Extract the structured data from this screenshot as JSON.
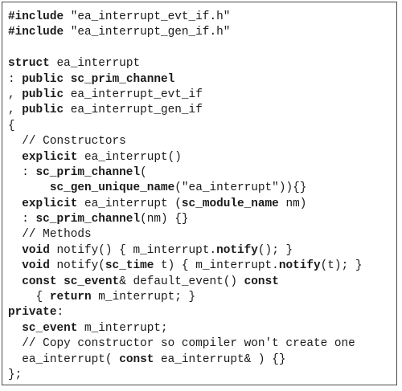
{
  "code_lines": [
    [
      {
        "t": "#include",
        "b": true
      },
      {
        "t": " \"ea_interrupt_evt_if.h\""
      }
    ],
    [
      {
        "t": "#include",
        "b": true
      },
      {
        "t": " \"ea_interrupt_gen_if.h\""
      }
    ],
    [],
    [
      {
        "t": "struct",
        "b": true
      },
      {
        "t": " ea_interrupt"
      }
    ],
    [
      {
        "t": ": "
      },
      {
        "t": "public",
        "b": true
      },
      {
        "t": " "
      },
      {
        "t": "sc_prim_channel",
        "b": true
      }
    ],
    [
      {
        "t": ", "
      },
      {
        "t": "public",
        "b": true
      },
      {
        "t": " ea_interrupt_evt_if"
      }
    ],
    [
      {
        "t": ", "
      },
      {
        "t": "public",
        "b": true
      },
      {
        "t": " ea_interrupt_gen_if"
      }
    ],
    [
      {
        "t": "{"
      }
    ],
    [
      {
        "t": "  // Constructors"
      }
    ],
    [
      {
        "t": "  "
      },
      {
        "t": "explicit",
        "b": true
      },
      {
        "t": " ea_interrupt()"
      }
    ],
    [
      {
        "t": "  : "
      },
      {
        "t": "sc_prim_channel",
        "b": true
      },
      {
        "t": "("
      }
    ],
    [
      {
        "t": "      "
      },
      {
        "t": "sc_gen_unique_name",
        "b": true
      },
      {
        "t": "(\"ea_interrupt\")){}"
      }
    ],
    [
      {
        "t": "  "
      },
      {
        "t": "explicit",
        "b": true
      },
      {
        "t": " ea_interrupt ("
      },
      {
        "t": "sc_module_name",
        "b": true
      },
      {
        "t": " nm)"
      }
    ],
    [
      {
        "t": "  : "
      },
      {
        "t": "sc_prim_channel",
        "b": true
      },
      {
        "t": "(nm) {}"
      }
    ],
    [
      {
        "t": "  // Methods"
      }
    ],
    [
      {
        "t": "  "
      },
      {
        "t": "void",
        "b": true
      },
      {
        "t": " notify() { m_interrupt."
      },
      {
        "t": "notify",
        "b": true
      },
      {
        "t": "(); }"
      }
    ],
    [
      {
        "t": "  "
      },
      {
        "t": "void",
        "b": true
      },
      {
        "t": " notify("
      },
      {
        "t": "sc_time",
        "b": true
      },
      {
        "t": " t) { m_interrupt."
      },
      {
        "t": "notify",
        "b": true
      },
      {
        "t": "(t); }"
      }
    ],
    [
      {
        "t": "  "
      },
      {
        "t": "const",
        "b": true
      },
      {
        "t": " "
      },
      {
        "t": "sc_event",
        "b": true
      },
      {
        "t": "& default_event() "
      },
      {
        "t": "const",
        "b": true
      }
    ],
    [
      {
        "t": "    { "
      },
      {
        "t": "return",
        "b": true
      },
      {
        "t": " m_interrupt; }"
      }
    ],
    [
      {
        "t": "private",
        "b": true
      },
      {
        "t": ":"
      }
    ],
    [
      {
        "t": "  "
      },
      {
        "t": "sc_event",
        "b": true
      },
      {
        "t": " m_interrupt;"
      }
    ],
    [
      {
        "t": "  // Copy constructor so compiler won't create one"
      }
    ],
    [
      {
        "t": "  ea_interrupt( "
      },
      {
        "t": "const",
        "b": true
      },
      {
        "t": " ea_interrupt& ) {}"
      }
    ],
    [
      {
        "t": "};"
      }
    ]
  ]
}
